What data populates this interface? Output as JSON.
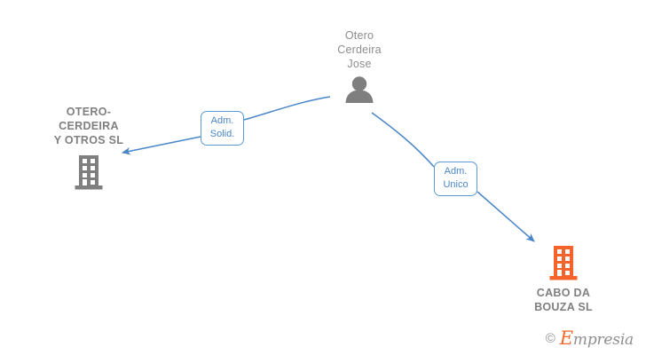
{
  "diagram": {
    "type": "org-relationship-graph",
    "colors": {
      "edge": "#4a86c8",
      "label_border": "#5b9bd5",
      "label_text": "#4a86c8",
      "node_text": "#8d8d8d",
      "icon_gray": "#7f7f7f",
      "icon_orange": "#f4632a",
      "background": "#ffffff"
    },
    "nodes": [
      {
        "id": "person",
        "label": "Otero\nCerdeira\nJose",
        "icon": "person-icon",
        "icon_color": "#7f7f7f",
        "label_position": "above"
      },
      {
        "id": "company-left",
        "label": "OTERO-\nCERDEIRA\nY OTROS SL",
        "icon": "building-icon",
        "icon_color": "#7f7f7f",
        "label_position": "above"
      },
      {
        "id": "company-right",
        "label": "CABO DA\nBOUZA  SL",
        "icon": "building-icon",
        "icon_color": "#f4632a",
        "label_position": "below"
      }
    ],
    "edges": [
      {
        "id": "edge-solid",
        "from": "person",
        "to": "company-left",
        "label": "Adm.\nSolid.",
        "arrow": "to"
      },
      {
        "id": "edge-unico",
        "from": "person",
        "to": "company-right",
        "label": "Adm.\nUnico",
        "arrow": "to"
      }
    ]
  },
  "watermark": {
    "copyright": "©",
    "brand_initial": "E",
    "brand_rest": "mpresia"
  }
}
